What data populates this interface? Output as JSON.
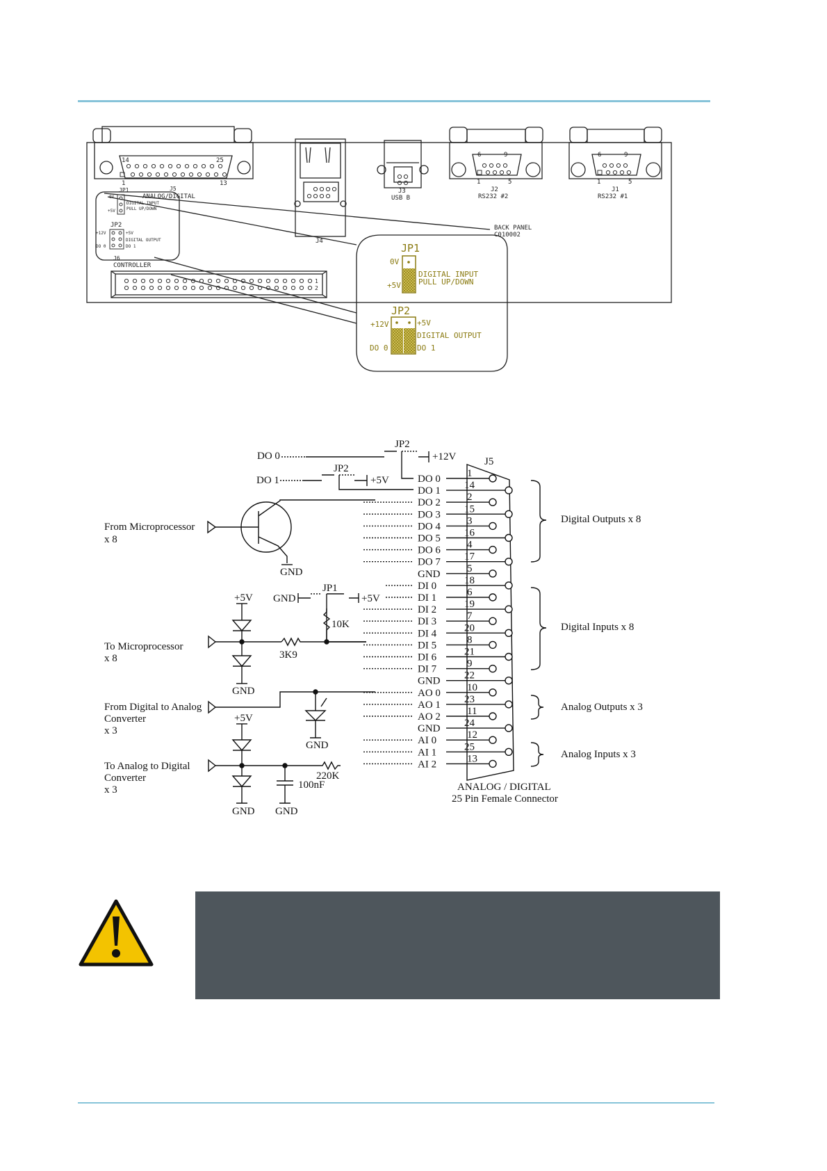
{
  "panel": {
    "j5_pin_left": "14",
    "j5_pin_right": "25",
    "j5_pin_bl": "1",
    "j5_pin_br": "13",
    "jp1_small": "JP1",
    "j5_small": "J5",
    "analog_digital": "ANALOG/DIGITAL",
    "ov_small": "0V",
    "plus5_small": "+5V",
    "digital_input_small": "DIGITAL INPUT",
    "pull_small": "PULL UP/DOWN",
    "jp2_small": "JP2",
    "plus12_small": "+12V",
    "plus5v_small2": "+5V",
    "digital_output_small": "DIGITAL OUTPUT",
    "do0_small": "DO 0",
    "do1_small": "DO 1",
    "j6": "J6",
    "controller": "CONTROLLER",
    "j4": "J4",
    "j3": "J3",
    "usb_b": "USB B",
    "j2_pin6": "6",
    "j2_pin9": "9",
    "j2_pin1": "1",
    "j2_pin5": "5",
    "j2": "J2",
    "rs232_2": "RS232 #2",
    "j1_pin6": "6",
    "j1_pin9": "9",
    "j1_pin1": "1",
    "j1_pin5": "5",
    "j1": "J1",
    "rs232_1": "RS232 #1",
    "back_panel": "BACK PANEL",
    "part_no": "C010002",
    "ribbon_1": "1",
    "ribbon_2": "2"
  },
  "zoom": {
    "jp1": "JP1",
    "ov": "0V",
    "plus5": "+5V",
    "digital_input": "DIGITAL INPUT",
    "pull": "PULL UP/DOWN",
    "jp2": "JP2",
    "plus12": "+12V",
    "plus5b": "+5V",
    "digital_output": "DIGITAL OUTPUT",
    "do0": "DO 0",
    "do1": "DO 1"
  },
  "schematic": {
    "do0_in": "DO 0",
    "do1_in": "DO 1",
    "jp2_top": "JP2",
    "jp2_mid": "JP2",
    "plus12v": "+12V",
    "plus5v_a": "+5V",
    "j5": "J5",
    "from_micro": "From Microprocessor",
    "x8_a": "x 8",
    "gnd_transistor": "GND",
    "gnd_jp1": "GND",
    "jp1": "JP1",
    "plus5v_jp1": "+5V",
    "r10k": "10K",
    "plus5v_top_diode": "+5V",
    "to_micro": "To Microprocessor",
    "x8_b": "x 8",
    "r3k9": "3K9",
    "gnd_diode1": "GND",
    "from_dac_1": "From Digital to Analog",
    "from_dac_2": "Converter",
    "x3_a": "x 3",
    "gnd_zener": "GND",
    "plus5v_adc": "+5V",
    "to_adc_1": "To Analog to Digital",
    "to_adc_2": "Converter",
    "x3_b": "x 3",
    "c100nf": "100nF",
    "r220k": "220K",
    "gnd_adc1": "GND",
    "gnd_adc2": "GND",
    "signals": [
      "DO 0",
      "DO 1",
      "DO 2",
      "DO 3",
      "DO 4",
      "DO 5",
      "DO 6",
      "DO 7",
      "GND",
      "DI 0",
      "DI 1",
      "DI 2",
      "DI 3",
      "DI 4",
      "DI 5",
      "DI 6",
      "DI 7",
      "GND",
      "AO 0",
      "AO 1",
      "AO 2",
      "GND",
      "AI 0",
      "AI 1",
      "AI 2"
    ],
    "pins": [
      "1",
      "14",
      "2",
      "15",
      "3",
      "16",
      "4",
      "17",
      "5",
      "18",
      "6",
      "19",
      "7",
      "20",
      "8",
      "21",
      "9",
      "22",
      "10",
      "23",
      "11",
      "24",
      "12",
      "25",
      "13"
    ],
    "group_digital_out": "Digital Outputs x 8",
    "group_digital_in": "Digital Inputs x 8",
    "group_analog_out": "Analog Outputs x 3",
    "group_analog_in": "Analog Inputs x 3",
    "connector_1": "ANALOG / DIGITAL",
    "connector_2": "25 Pin Female Connector"
  },
  "warning": {
    "icon": "warning-icon",
    "box_color": "#4e565c"
  },
  "colors": {
    "rule": "#86c3d9",
    "jumper": "#8a7a10",
    "jumper_fill": "#c9b84a"
  }
}
